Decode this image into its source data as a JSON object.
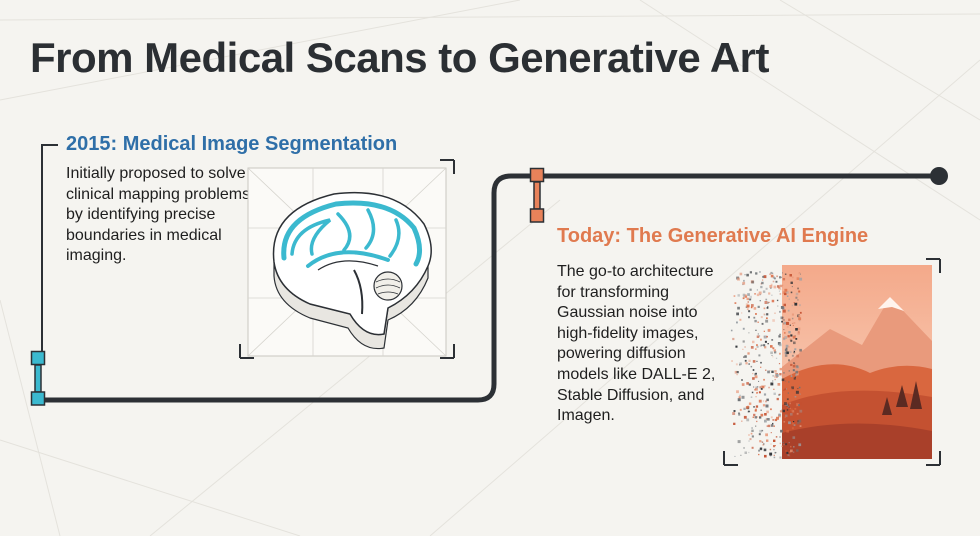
{
  "title": "From Medical Scans to Generative Art",
  "milestones": [
    {
      "heading": "2015: Medical Image Segmentation",
      "description": "Initially proposed to solve clinical mapping problems by identifying precise boundaries in medical imaging.",
      "illustration": "brain-cross-section",
      "accent": "#2f6fa8"
    },
    {
      "heading": "Today: The Generative AI Engine",
      "description": "The go-to architecture for transforming Gaussian noise into high-fidelity images, powering diffusion models like DALL-E 2, Stable Diffusion, and Imagen.",
      "illustration": "mountain-landscape-from-noise",
      "accent": "#e07a4f"
    }
  ],
  "colors": {
    "timeline": "#2c3035",
    "marker_cyan": "#3bb9cf",
    "marker_orange": "#e8825a",
    "background": "#f5f4f0"
  }
}
